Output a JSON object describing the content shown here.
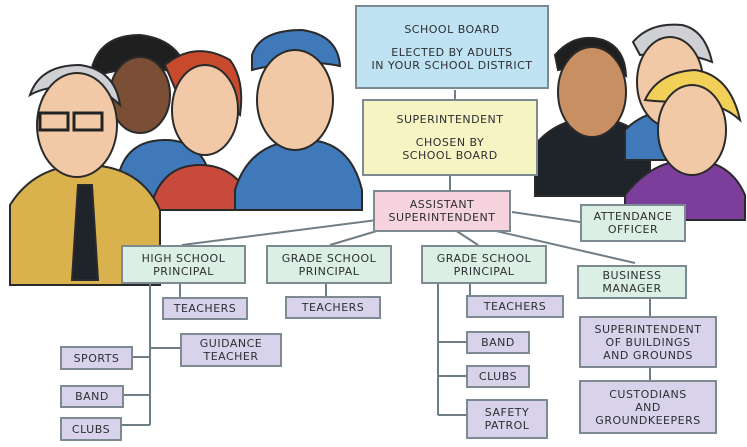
{
  "nodes": {
    "school_board": {
      "title": "SCHOOL BOARD",
      "subtitle": "ELECTED BY ADULTS\nIN YOUR SCHOOL DISTRICT"
    },
    "superintendent": {
      "title": "SUPERINTENDENT",
      "subtitle": "CHOSEN BY\nSCHOOL BOARD"
    },
    "assistant_superintendent": "ASSISTANT\nSUPERINTENDENT",
    "attendance_officer": "ATTENDANCE\nOFFICER",
    "high_school_principal": "HIGH SCHOOL\nPRINCIPAL",
    "grade_school_principal_1": "GRADE SCHOOL\nPRINCIPAL",
    "grade_school_principal_2": "GRADE SCHOOL\nPRINCIPAL",
    "business_manager": "BUSINESS\nMANAGER",
    "hs_teachers": "TEACHERS",
    "guidance_teacher": "GUIDANCE\nTEACHER",
    "hs_sports": "SPORTS",
    "hs_band": "BAND",
    "hs_clubs": "CLUBS",
    "gs1_teachers": "TEACHERS",
    "gs2_teachers": "TEACHERS",
    "gs2_band": "BAND",
    "gs2_clubs": "CLUBS",
    "gs2_safety_patrol": "SAFETY\nPATROL",
    "superintendent_buildings": "SUPERINTENDENT\nOF BUILDINGS\nAND GROUNDS",
    "custodians": "CUSTODIANS\nAND\nGROUNDKEEPERS"
  },
  "colors": {
    "board": "#bfe3f2",
    "superintendent": "#f7f4c4",
    "assistant": "#f6d3df",
    "management": "#dcefe4",
    "staff": "#d8d3ea",
    "lines": "#6f7d86"
  }
}
